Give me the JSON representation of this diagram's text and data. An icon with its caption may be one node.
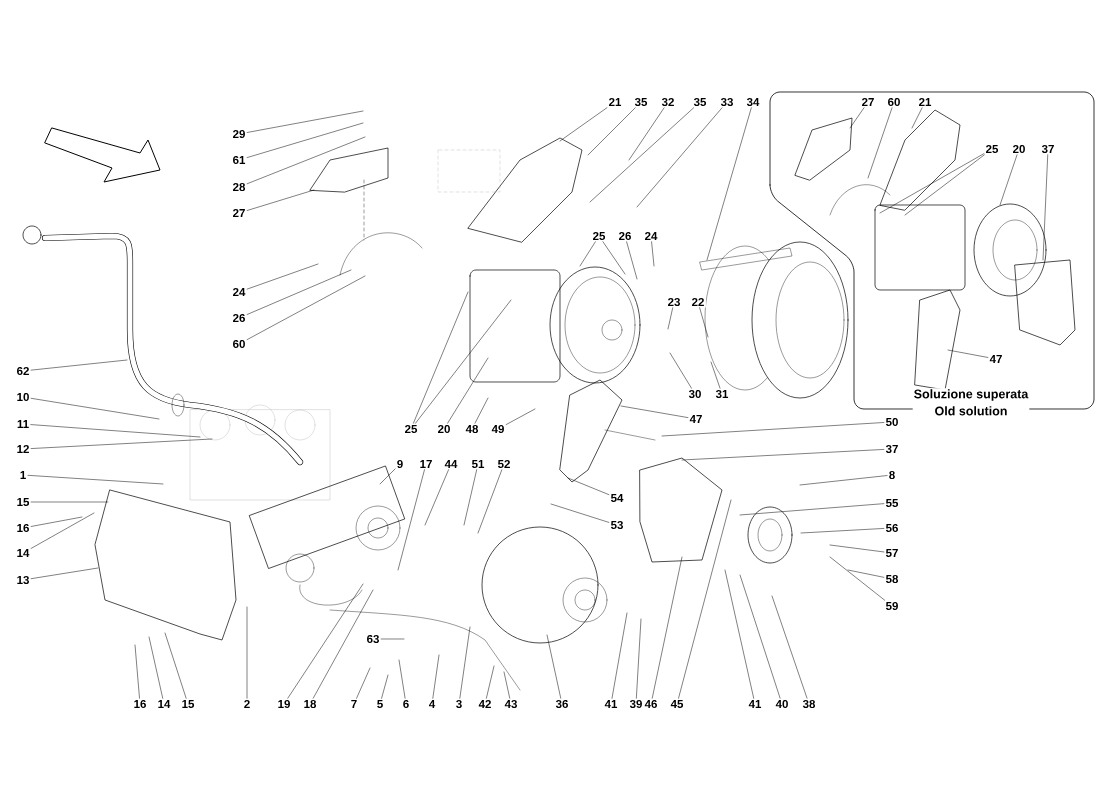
{
  "diagram": {
    "nodes": [
      {
        "text": [
          "29"
        ]
      },
      {
        "text": [
          "61"
        ]
      },
      {
        "text": [
          "28"
        ]
      },
      {
        "text": [
          "27"
        ]
      },
      {
        "text": [
          "24"
        ]
      },
      {
        "text": [
          "26"
        ]
      },
      {
        "text": [
          "60"
        ]
      },
      {
        "text": [
          "62"
        ]
      },
      {
        "text": [
          "10"
        ]
      },
      {
        "text": [
          "11"
        ]
      },
      {
        "text": [
          "12"
        ]
      },
      {
        "text": [
          "1"
        ]
      },
      {
        "text": [
          "15"
        ]
      },
      {
        "text": [
          "16"
        ]
      },
      {
        "text": [
          "14"
        ]
      },
      {
        "text": [
          "13"
        ]
      },
      {
        "text": [
          "21"
        ]
      },
      {
        "text": [
          "35"
        ]
      },
      {
        "text": [
          "32"
        ]
      },
      {
        "text": [
          "35"
        ]
      },
      {
        "text": [
          "33"
        ]
      },
      {
        "text": [
          "34"
        ]
      },
      {
        "text": [
          "25"
        ]
      },
      {
        "text": [
          "26"
        ]
      },
      {
        "text": [
          "24"
        ]
      },
      {
        "text": [
          "23"
        ]
      },
      {
        "text": [
          "22"
        ]
      },
      {
        "text": [
          "30"
        ]
      },
      {
        "text": [
          "31"
        ]
      },
      {
        "text": [
          "47"
        ]
      },
      {
        "text": [
          "25"
        ]
      },
      {
        "text": [
          "20"
        ]
      },
      {
        "text": [
          "48"
        ]
      },
      {
        "text": [
          "49"
        ]
      },
      {
        "text": [
          "9"
        ]
      },
      {
        "text": [
          "17"
        ]
      },
      {
        "text": [
          "44"
        ]
      },
      {
        "text": [
          "51"
        ]
      },
      {
        "text": [
          "52"
        ]
      },
      {
        "text": [
          "54"
        ]
      },
      {
        "text": [
          "53"
        ]
      },
      {
        "text": [
          "63"
        ]
      },
      {
        "text": [
          "50"
        ]
      },
      {
        "text": [
          "37"
        ]
      },
      {
        "text": [
          "8"
        ]
      },
      {
        "text": [
          "55"
        ]
      },
      {
        "text": [
          "56"
        ]
      },
      {
        "text": [
          "57"
        ]
      },
      {
        "text": [
          "58"
        ]
      },
      {
        "text": [
          "59"
        ]
      },
      {
        "text": [
          "16"
        ]
      },
      {
        "text": [
          "14"
        ]
      },
      {
        "text": [
          "15"
        ]
      },
      {
        "text": [
          "2"
        ]
      },
      {
        "text": [
          "19"
        ]
      },
      {
        "text": [
          "18"
        ]
      },
      {
        "text": [
          "7"
        ]
      },
      {
        "text": [
          "5"
        ]
      },
      {
        "text": [
          "6"
        ]
      },
      {
        "text": [
          "4"
        ]
      },
      {
        "text": [
          "3"
        ]
      },
      {
        "text": [
          "42"
        ]
      },
      {
        "text": [
          "43"
        ]
      },
      {
        "text": [
          "36"
        ]
      },
      {
        "text": [
          "41"
        ]
      },
      {
        "text": [
          "39"
        ]
      },
      {
        "text": [
          "46"
        ]
      },
      {
        "text": [
          "45"
        ]
      },
      {
        "text": [
          "41"
        ]
      },
      {
        "text": [
          "40"
        ]
      },
      {
        "text": [
          "38"
        ]
      },
      {
        "text": [
          "Soluzione superata",
          "Old solution"
        ]
      },
      {
        "text": [
          "27"
        ],
        "in": 71
      },
      {
        "text": [
          "60"
        ],
        "in": 71
      },
      {
        "text": [
          "21"
        ],
        "in": 71
      },
      {
        "text": [
          "25"
        ],
        "in": 71
      },
      {
        "text": [
          "20"
        ],
        "in": 71
      },
      {
        "text": [
          "37"
        ],
        "in": 71
      },
      {
        "text": [
          "47"
        ],
        "in": 71
      }
    ],
    "edges": [
      {
        "from": 0,
        "to": null,
        "arrow": "none"
      },
      {
        "from": 1,
        "to": null,
        "arrow": "none"
      },
      {
        "from": 2,
        "to": null,
        "arrow": "none"
      },
      {
        "from": 3,
        "to": null,
        "arrow": "none"
      },
      {
        "from": 4,
        "to": null,
        "arrow": "none"
      },
      {
        "from": 5,
        "to": null,
        "arrow": "none"
      },
      {
        "from": 6,
        "to": null,
        "arrow": "none"
      },
      {
        "from": 7,
        "to": null,
        "arrow": "none"
      },
      {
        "from": 8,
        "to": null,
        "arrow": "none"
      },
      {
        "from": 9,
        "to": null,
        "arrow": "none"
      },
      {
        "from": 10,
        "to": null,
        "arrow": "none"
      },
      {
        "from": 11,
        "to": null,
        "arrow": "none"
      },
      {
        "from": 12,
        "to": null,
        "arrow": "none"
      },
      {
        "from": 13,
        "to": null,
        "arrow": "none"
      },
      {
        "from": 14,
        "to": null,
        "arrow": "none"
      },
      {
        "from": 15,
        "to": null,
        "arrow": "none"
      },
      {
        "from": 16,
        "to": null,
        "arrow": "none"
      },
      {
        "from": 17,
        "to": null,
        "arrow": "none"
      },
      {
        "from": 18,
        "to": null,
        "arrow": "none"
      },
      {
        "from": 19,
        "to": null,
        "arrow": "none"
      },
      {
        "from": 20,
        "to": null,
        "arrow": "none"
      },
      {
        "from": 21,
        "to": null,
        "arrow": "none"
      },
      {
        "from": 22,
        "to": null,
        "arrow": "none"
      },
      {
        "from": 22,
        "to": null,
        "arrow": "none"
      },
      {
        "from": 23,
        "to": null,
        "arrow": "none"
      },
      {
        "from": 24,
        "to": null,
        "arrow": "none"
      },
      {
        "from": 25,
        "to": null,
        "arrow": "none"
      },
      {
        "from": 26,
        "to": null,
        "arrow": "none"
      },
      {
        "from": 27,
        "to": null,
        "arrow": "none"
      },
      {
        "from": 28,
        "to": null,
        "arrow": "none"
      },
      {
        "from": 29,
        "to": null,
        "arrow": "none"
      },
      {
        "from": 30,
        "to": null,
        "arrow": "none"
      },
      {
        "from": 30,
        "to": null,
        "arrow": "none"
      },
      {
        "from": 31,
        "to": null,
        "arrow": "none"
      },
      {
        "from": 32,
        "to": null,
        "arrow": "none"
      },
      {
        "from": 33,
        "to": null,
        "arrow": "none"
      },
      {
        "from": 34,
        "to": null,
        "arrow": "none"
      },
      {
        "from": 35,
        "to": null,
        "arrow": "none"
      },
      {
        "from": 36,
        "to": null,
        "arrow": "none"
      },
      {
        "from": 37,
        "to": null,
        "arrow": "none"
      },
      {
        "from": 38,
        "to": null,
        "arrow": "none"
      },
      {
        "from": 39,
        "to": null,
        "arrow": "none"
      },
      {
        "from": 40,
        "to": null,
        "arrow": "none"
      },
      {
        "from": 41,
        "to": null,
        "arrow": "none"
      },
      {
        "from": 42,
        "to": null,
        "arrow": "none"
      },
      {
        "from": 43,
        "to": null,
        "arrow": "none"
      },
      {
        "from": 44,
        "to": null,
        "arrow": "none"
      },
      {
        "from": 45,
        "to": null,
        "arrow": "none"
      },
      {
        "from": 46,
        "to": null,
        "arrow": "none"
      },
      {
        "from": 47,
        "to": null,
        "arrow": "none"
      },
      {
        "from": 48,
        "to": null,
        "arrow": "none"
      },
      {
        "from": 49,
        "to": null,
        "arrow": "none"
      },
      {
        "from": 50,
        "to": null,
        "arrow": "none"
      },
      {
        "from": 51,
        "to": null,
        "arrow": "none"
      },
      {
        "from": 52,
        "to": null,
        "arrow": "none"
      },
      {
        "from": 53,
        "to": null,
        "arrow": "none"
      },
      {
        "from": 54,
        "to": null,
        "arrow": "none"
      },
      {
        "from": 55,
        "to": null,
        "arrow": "none"
      },
      {
        "from": 56,
        "to": null,
        "arrow": "none"
      },
      {
        "from": 57,
        "to": null,
        "arrow": "none"
      },
      {
        "from": 58,
        "to": null,
        "arrow": "none"
      },
      {
        "from": 59,
        "to": null,
        "arrow": "none"
      },
      {
        "from": 60,
        "to": null,
        "arrow": "none"
      },
      {
        "from": 61,
        "to": null,
        "arrow": "none"
      },
      {
        "from": 62,
        "to": null,
        "arrow": "none"
      },
      {
        "from": 63,
        "to": null,
        "arrow": "none"
      },
      {
        "from": 64,
        "to": null,
        "arrow": "none"
      },
      {
        "from": 65,
        "to": null,
        "arrow": "none"
      },
      {
        "from": 66,
        "to": null,
        "arrow": "none"
      },
      {
        "from": 67,
        "to": null,
        "arrow": "none"
      },
      {
        "from": 68,
        "to": null,
        "arrow": "none"
      },
      {
        "from": 69,
        "to": null,
        "arrow": "none"
      },
      {
        "from": 70,
        "to": null,
        "arrow": "none"
      },
      {
        "from": 72,
        "to": null,
        "arrow": "none"
      },
      {
        "from": 73,
        "to": null,
        "arrow": "none"
      },
      {
        "from": 74,
        "to": null,
        "arrow": "none"
      },
      {
        "from": 75,
        "to": null,
        "arrow": "none"
      },
      {
        "from": 75,
        "to": null,
        "arrow": "none"
      },
      {
        "from": 76,
        "to": null,
        "arrow": "none"
      },
      {
        "from": 77,
        "to": null,
        "arrow": "none"
      },
      {
        "from": 78,
        "to": null,
        "arrow": "none"
      }
    ]
  }
}
